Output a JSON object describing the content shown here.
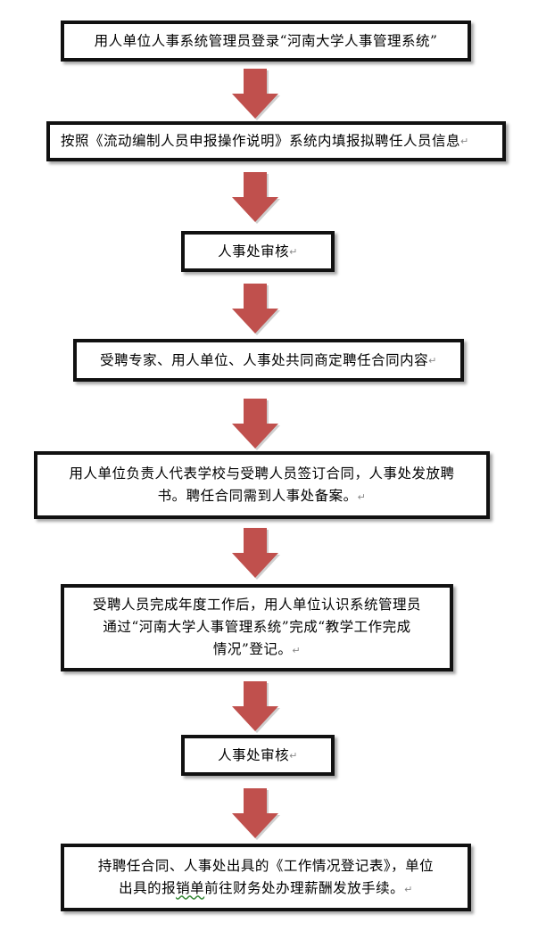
{
  "colors": {
    "arrow_fill": "#c0504d",
    "arrow_shadow": "#cfcfcf",
    "box_border": "#111111"
  },
  "steps": [
    {
      "text": "用人单位人事系统管理员登录“河南大学人事管理系统”"
    },
    {
      "text": "按照《流动编制人员申报操作说明》系统内填报拟聘任人员信息"
    },
    {
      "text": "人事处审核"
    },
    {
      "text": "受聘专家、用人单位、人事处共同商定聘任合同内容"
    },
    {
      "line1": "用人单位负责人代表学校与受聘人员签订合同，人事处发放聘",
      "line2": "书。聘任合同需到人事处备案。"
    },
    {
      "line1": "受聘人员完成年度工作后，用人单位认识系统管理员",
      "line2": "通过“河南大学人事管理系统”完成“教学工作完成",
      "line3": "情况”登记。"
    },
    {
      "text": "人事处审核"
    },
    {
      "line1": "持聘任合同、人事处出具的《工作情况登记表》，单位",
      "line2a": "出具的报",
      "line2b": "销单",
      "line2c": "前往财务处办理薪酬发放手续。"
    }
  ],
  "paragraph_mark": "↵"
}
